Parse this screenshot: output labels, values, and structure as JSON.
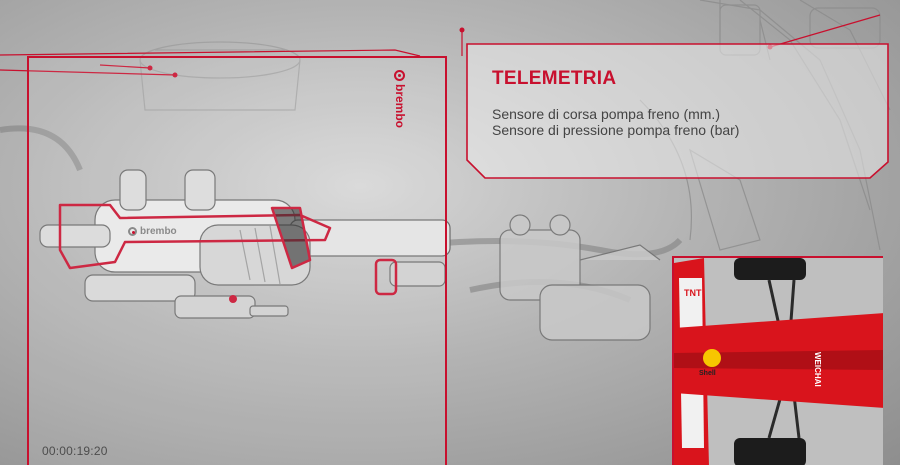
{
  "brand": {
    "logo_text": "brembo",
    "part_label": "brembo"
  },
  "telemetry": {
    "title": "TELEMETRIA",
    "lines": [
      "Sensore di corsa pompa freno (mm.)",
      "Sensore di pressione pompa freno (bar)"
    ]
  },
  "inset": {
    "car_labels": [
      "Shell",
      "WEICHAI",
      "TNT"
    ]
  },
  "video": {
    "timecode": "00:00:19:20"
  },
  "colors": {
    "accent": "#c8102e",
    "background": "#b3b3b3"
  }
}
